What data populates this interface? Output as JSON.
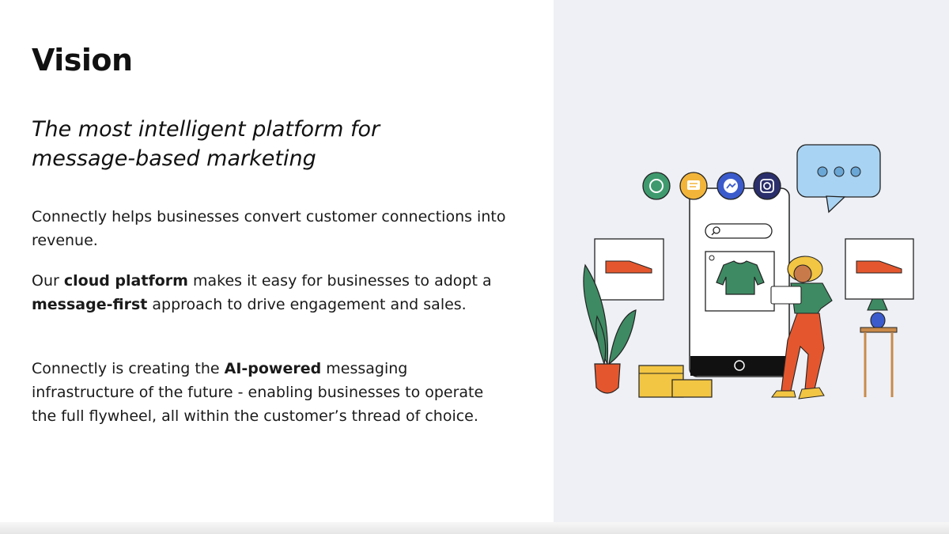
{
  "slide": {
    "title": "Vision",
    "subtitle": "The most intelligent platform for message-based marketing",
    "paragraphs": [
      {
        "runs": [
          {
            "text": "Connectly helps businesses convert customer connections into revenue.",
            "bold": false
          }
        ]
      },
      {
        "runs": [
          {
            "text": "Our ",
            "bold": false
          },
          {
            "text": "cloud platform",
            "bold": true
          },
          {
            "text": " makes it easy for businesses to adopt a ",
            "bold": false
          },
          {
            "text": "message-first",
            "bold": true
          },
          {
            "text": " approach to drive engagement and sales.",
            "bold": false
          }
        ]
      },
      {
        "runs": [
          {
            "text": "Connectly is creating the ",
            "bold": false
          },
          {
            "text": "AI-powered",
            "bold": true
          },
          {
            "text": " messaging infrastructure of the future - enabling businesses to operate the full flywheel, all within the customer’s thread of choice.",
            "bold": false
          }
        ]
      }
    ]
  },
  "illustration": {
    "channel_icons": [
      "whatsapp-icon",
      "sms-icon",
      "messenger-icon",
      "instagram-icon"
    ],
    "colors": {
      "right_panel_bg": "#eef0f5",
      "whatsapp": "#3f9a6e",
      "sms": "#f2b53a",
      "messenger": "#3b5bcc",
      "instagram": "#2b2f6b",
      "chat_bubble": "#a9d3f2",
      "shoe": "#e4572e",
      "plant": "#3e8a63",
      "pot": "#e4572e",
      "box": "#f2c543",
      "person_pants": "#e4572e",
      "person_shirt": "#3e8a63"
    }
  }
}
